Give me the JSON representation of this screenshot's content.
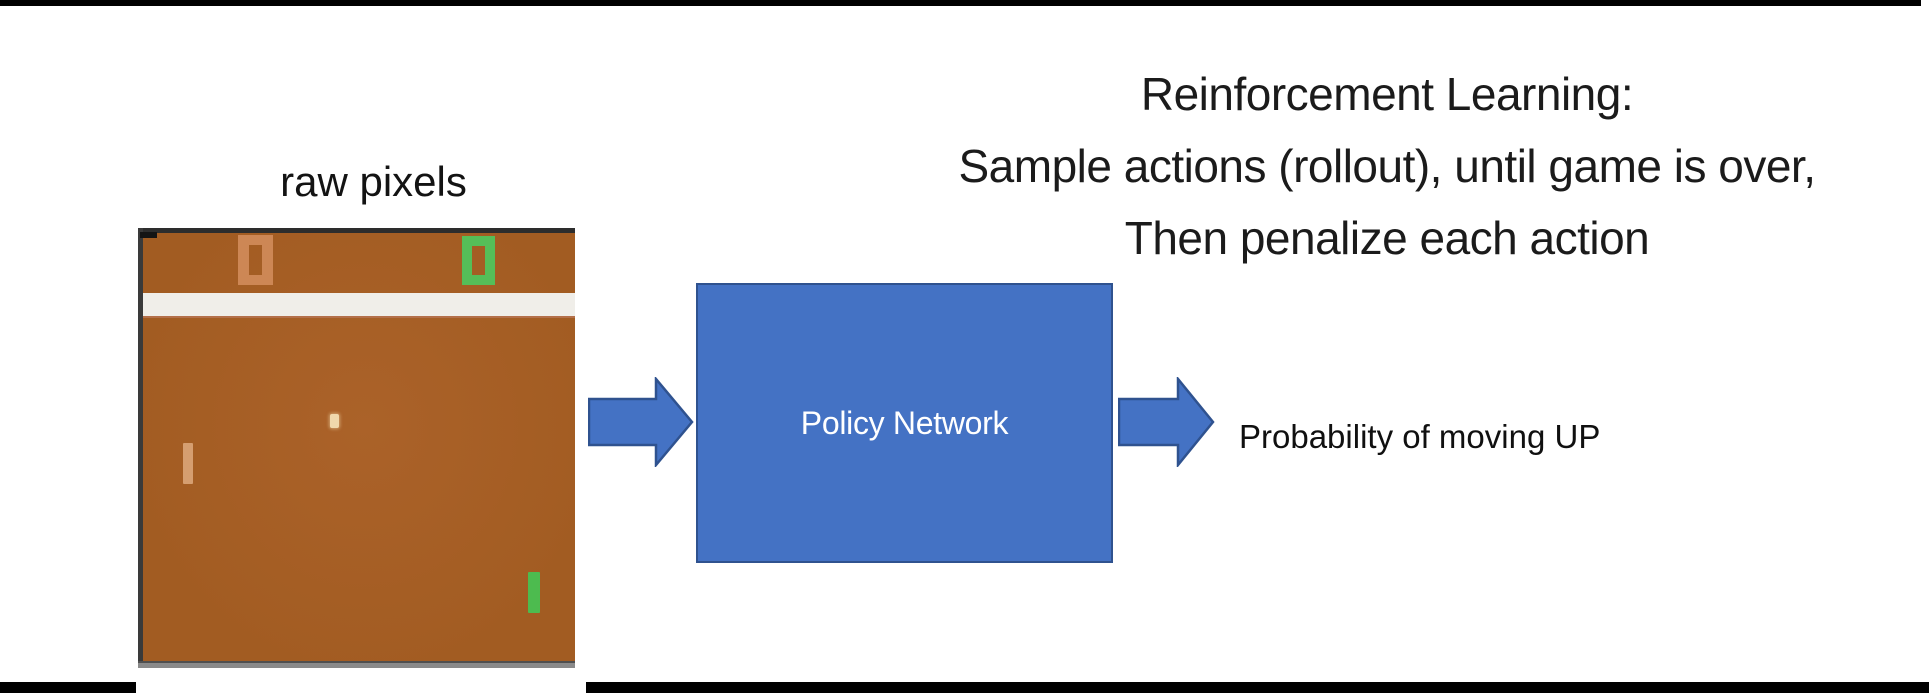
{
  "title": {
    "lines": [
      "Reinforcement Learning:",
      "Sample actions (rollout), until game is over,",
      "Then penalize each action"
    ]
  },
  "raw_pixels_label": "raw pixels",
  "pong_screen": {
    "left_score": "0",
    "right_score": "0"
  },
  "policy_network": {
    "label": "Policy Network"
  },
  "output_label": "Probability of moving UP",
  "theme": {
    "accent_blue": "#4472c4",
    "accent_blue_border": "#2f528f",
    "field_brown": "#a25c22",
    "field_brown_light": "#ab6229",
    "game_top_border": "#2d2d2d",
    "game_side_border": "#3a3a3a",
    "game_bottom_border": "#8a8a8a",
    "white_band": "#f0eee9",
    "band_underline": "#b4704a",
    "orange_digit": "#cd8755",
    "orange_paddle": "#d59e70",
    "green_digit": "#55be58",
    "green_paddle": "#4dbb4f",
    "ball": "#f0d8ac",
    "bar_black": "#000000",
    "text_dark": "#1b1b1b"
  }
}
